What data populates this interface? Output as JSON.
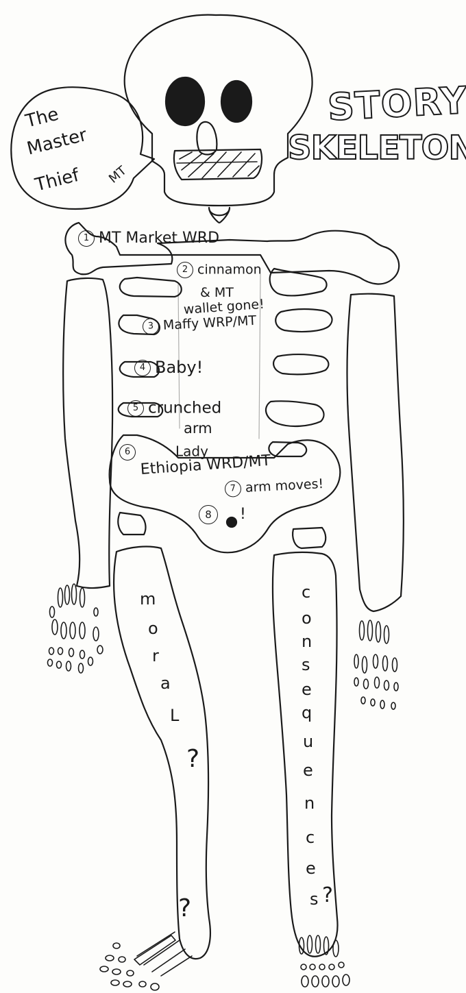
{
  "speech_bubble": {
    "line1": "The",
    "line2": "Master",
    "line3": "Thief",
    "tag": "MT"
  },
  "title": {
    "line1": "STORY",
    "line2": "SKELETON"
  },
  "events": [
    {
      "num": "1",
      "text": "MT Market WRD"
    },
    {
      "num": "2",
      "text": "cinnamon"
    },
    {
      "num": "",
      "text": "& MT"
    },
    {
      "num": "",
      "text": "wallet gone!"
    },
    {
      "num": "3",
      "text": "Maffy WRP/MT"
    },
    {
      "num": "4",
      "text": "Baby!"
    },
    {
      "num": "5",
      "text": "crunched"
    },
    {
      "num": "",
      "text": "arm"
    },
    {
      "num": "6",
      "text": "Lady"
    },
    {
      "num": "",
      "text": "Ethiopia WRD/MT"
    },
    {
      "num": "7",
      "text": "arm moves!"
    },
    {
      "num": "8",
      "text": "!"
    }
  ],
  "left_leg": {
    "letters": [
      "m",
      "o",
      "r",
      "a",
      "L",
      "?",
      "?"
    ]
  },
  "right_leg": {
    "letters": [
      "c",
      "o",
      "n",
      "s",
      "e",
      "q",
      "u",
      "e",
      "n",
      "c",
      "e",
      "s",
      "?"
    ]
  },
  "colors": {
    "ink": "#1a1a1a",
    "paper": "#fdfdfb"
  }
}
